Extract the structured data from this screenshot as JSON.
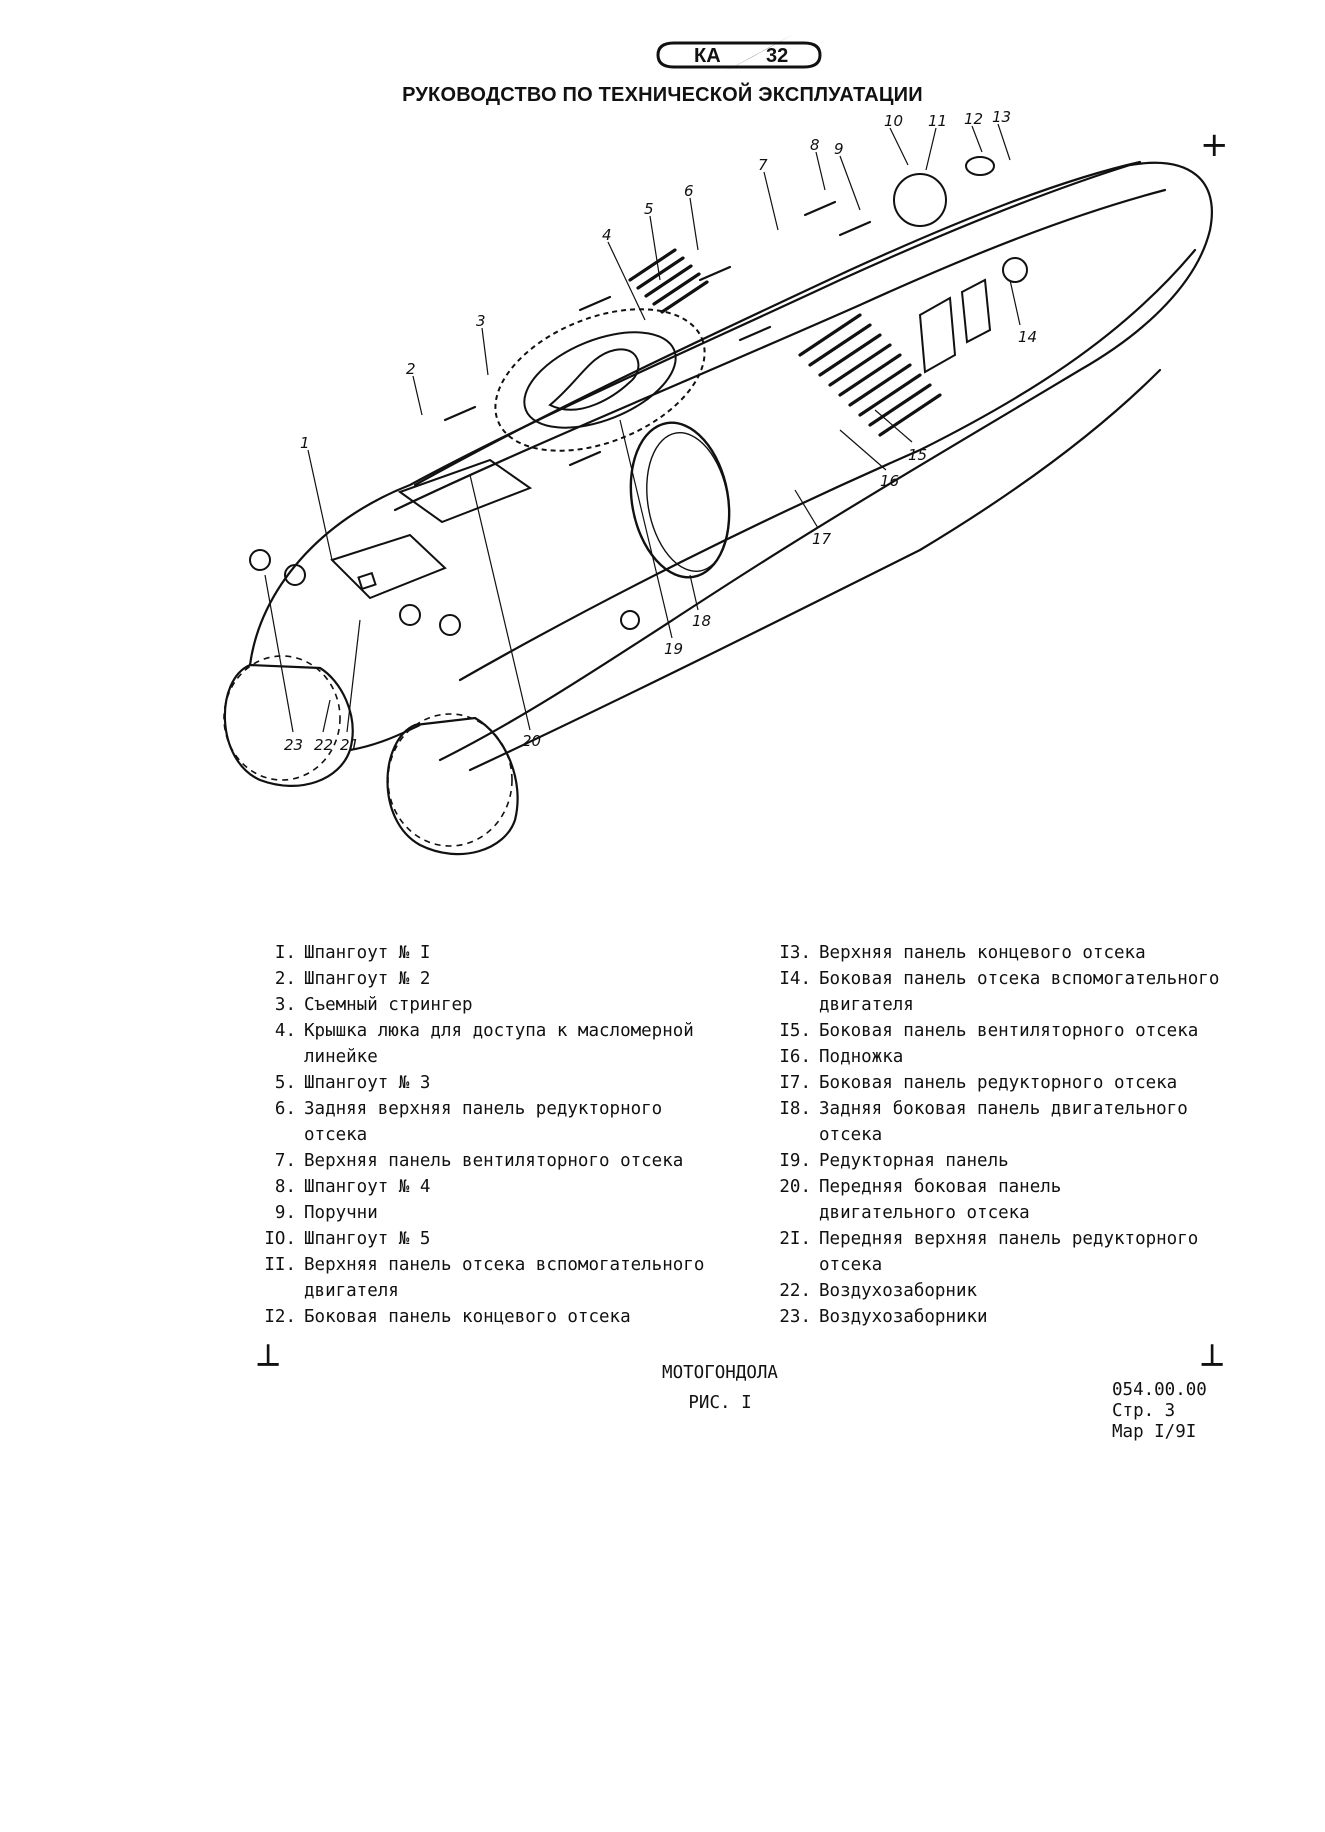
{
  "header": {
    "logo_text_left": "КА",
    "logo_text_right": "32",
    "title": "РУКОВОДСТВО ПО ТЕХНИЧЕСКОЙ ЭКСПЛУАТАЦИИ"
  },
  "diagram": {
    "callouts": [
      {
        "label": "1"
      },
      {
        "label": "2"
      },
      {
        "label": "3"
      },
      {
        "label": "4"
      },
      {
        "label": "5"
      },
      {
        "label": "6"
      },
      {
        "label": "7"
      },
      {
        "label": "8"
      },
      {
        "label": "9"
      },
      {
        "label": "10"
      },
      {
        "label": "11"
      },
      {
        "label": "12"
      },
      {
        "label": "13"
      },
      {
        "label": "14"
      },
      {
        "label": "15"
      },
      {
        "label": "16"
      },
      {
        "label": "17"
      },
      {
        "label": "18"
      },
      {
        "label": "19"
      },
      {
        "label": "20"
      },
      {
        "label": "21"
      },
      {
        "label": "22"
      },
      {
        "label": "23"
      }
    ]
  },
  "legend": {
    "left": [
      {
        "num": "I.",
        "lines": [
          "Шпангоут № I"
        ]
      },
      {
        "num": "2.",
        "lines": [
          "Шпангоут № 2"
        ]
      },
      {
        "num": "3.",
        "lines": [
          "Съемный стрингер"
        ]
      },
      {
        "num": "4.",
        "lines": [
          "Крышка люка для доступа к масломерной",
          "линейке"
        ]
      },
      {
        "num": "5.",
        "lines": [
          "Шпангоут № 3"
        ]
      },
      {
        "num": "6.",
        "lines": [
          "Задняя верхняя панель редукторного",
          "отсека"
        ]
      },
      {
        "num": "7.",
        "lines": [
          "Верхняя панель вентиляторного отсека"
        ]
      },
      {
        "num": "8.",
        "lines": [
          "Шпангоут № 4"
        ]
      },
      {
        "num": "9.",
        "lines": [
          "Поручни"
        ]
      },
      {
        "num": "IO.",
        "lines": [
          "Шпангоут № 5"
        ]
      },
      {
        "num": "II.",
        "lines": [
          "Верхняя панель отсека вспомогательного",
          "двигателя"
        ]
      },
      {
        "num": "I2.",
        "lines": [
          "Боковая панель концевого отсека"
        ]
      }
    ],
    "right": [
      {
        "num": "I3.",
        "lines": [
          "Верхняя панель концевого отсека"
        ]
      },
      {
        "num": "I4.",
        "lines": [
          "Боковая панель отсека вспомогательного",
          "двигателя"
        ]
      },
      {
        "num": "I5.",
        "lines": [
          "Боковая панель вентиляторного отсека"
        ]
      },
      {
        "num": "I6.",
        "lines": [
          "Подножка"
        ]
      },
      {
        "num": "I7.",
        "lines": [
          "Боковая панель редукторного отсека"
        ]
      },
      {
        "num": "I8.",
        "lines": [
          "Задняя боковая панель двигательного",
          "отсека"
        ]
      },
      {
        "num": "I9.",
        "lines": [
          "Редукторная панель"
        ]
      },
      {
        "num": "20.",
        "lines": [
          "Передняя боковая панель",
          "двигательного отсека"
        ]
      },
      {
        "num": "2I.",
        "lines": [
          "Передняя верхняя панель редукторного",
          "отсека"
        ]
      },
      {
        "num": "22.",
        "lines": [
          "Воздухозаборник"
        ]
      },
      {
        "num": "23.",
        "lines": [
          "Воздухозаборники"
        ]
      }
    ]
  },
  "footer": {
    "figure_name": "МОТОГОНДОЛА",
    "figure_number": "РИС. I",
    "doc_code": "054.00.00",
    "page": "Стр. 3",
    "date": "Мар I/9I"
  }
}
